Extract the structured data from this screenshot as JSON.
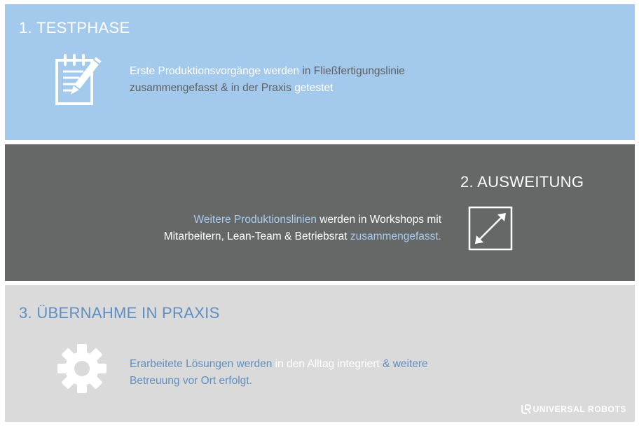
{
  "colors": {
    "panel1_bg": "#a3c9ec",
    "panel2_bg": "#666867",
    "panel3_bg": "#dadada",
    "accent_dark_blue": "#5f8fc0",
    "accent_light_blue": "#a9cdf0"
  },
  "panels": [
    {
      "title": "1. TESTPHASE",
      "icon": "notepad-pencil-icon",
      "line1": [
        "Erste Produktionsvorgänge werden ",
        "in Fließfertigungslinie"
      ],
      "line2": [
        "zusammengefasst & in der Praxis ",
        "getestet"
      ]
    },
    {
      "title": "2. AUSWEITUNG",
      "icon": "expand-arrows-icon",
      "line1": [
        "Weitere Produktionslinien",
        " werden in Workshops mit"
      ],
      "line2": [
        "Mitarbeitern, Lean-Team & Betriebsrat ",
        "zusammengefasst."
      ]
    },
    {
      "title": "3. ÜBERNAHME IN PRAXIS",
      "icon": "gear-icon",
      "line1": [
        "Erarbeitete Lösungen werden ",
        "in den Alltag integriert",
        " & weitere"
      ],
      "line2": [
        "Betreuung vor Ort erfolgt."
      ]
    }
  ],
  "brand": {
    "name": "UNIVERSAL ROBOTS",
    "logo_icon": "ur-logo-icon"
  }
}
